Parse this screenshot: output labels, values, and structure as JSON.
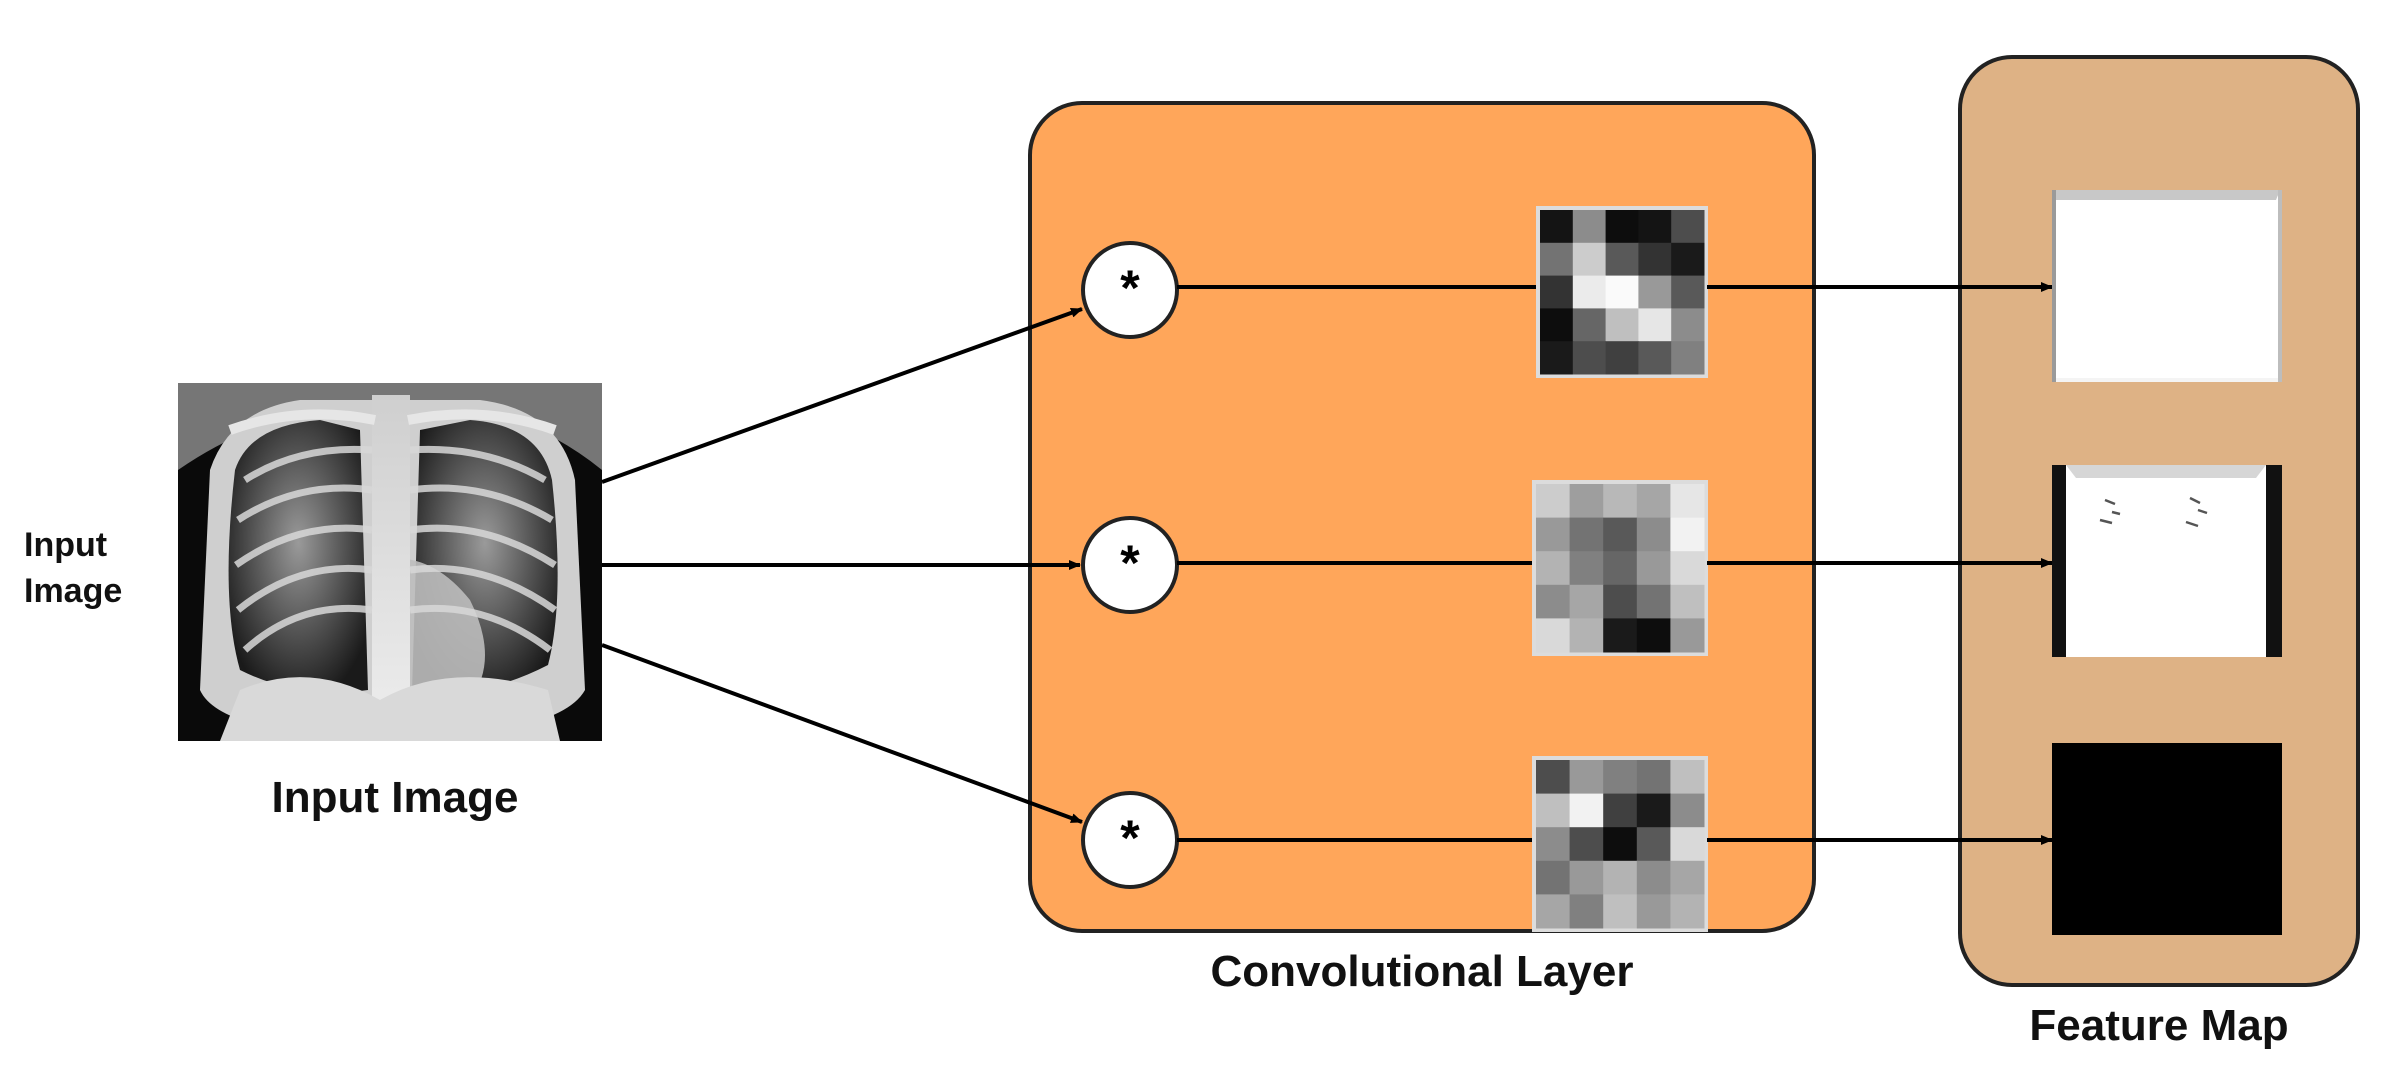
{
  "labels": {
    "input_side_line1": "Input",
    "input_side_line2": "Image",
    "input_caption": "Input Image",
    "conv_caption": "Convolutional Layer",
    "feature_caption": "Feature Map"
  },
  "operator_symbol": "*",
  "colors": {
    "conv_layer_fill": "#FFA65A",
    "feature_map_fill": "#DEB285",
    "outline": "#222222",
    "arrow": "#000000"
  },
  "kernels": [
    {
      "name": "kernel-1",
      "grid": [
        [
          0.08,
          0.55,
          0.05,
          0.08,
          0.3
        ],
        [
          0.45,
          0.8,
          0.35,
          0.2,
          0.1
        ],
        [
          0.2,
          0.92,
          0.98,
          0.6,
          0.35
        ],
        [
          0.05,
          0.4,
          0.75,
          0.9,
          0.55
        ],
        [
          0.1,
          0.3,
          0.25,
          0.35,
          0.5
        ]
      ]
    },
    {
      "name": "kernel-2",
      "grid": [
        [
          0.8,
          0.62,
          0.72,
          0.65,
          0.9
        ],
        [
          0.6,
          0.45,
          0.35,
          0.55,
          0.95
        ],
        [
          0.7,
          0.5,
          0.4,
          0.6,
          0.85
        ],
        [
          0.55,
          0.65,
          0.3,
          0.45,
          0.75
        ],
        [
          0.85,
          0.7,
          0.1,
          0.05,
          0.6
        ]
      ]
    },
    {
      "name": "kernel-3",
      "grid": [
        [
          0.3,
          0.6,
          0.5,
          0.45,
          0.75
        ],
        [
          0.75,
          0.95,
          0.25,
          0.1,
          0.55
        ],
        [
          0.55,
          0.3,
          0.05,
          0.35,
          0.85
        ],
        [
          0.45,
          0.6,
          0.7,
          0.55,
          0.65
        ],
        [
          0.65,
          0.5,
          0.75,
          0.6,
          0.7
        ]
      ]
    }
  ],
  "feature_maps": [
    {
      "name": "feature-map-1",
      "style": "white"
    },
    {
      "name": "feature-map-2",
      "style": "white-with-marks"
    },
    {
      "name": "feature-map-3",
      "style": "black"
    }
  ]
}
